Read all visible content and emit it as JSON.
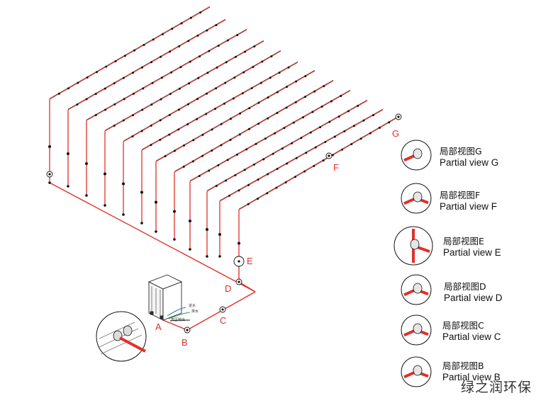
{
  "point_labels": {
    "A": "A",
    "B": "B",
    "C": "C",
    "D": "D",
    "E": "E",
    "F": "F",
    "G": "G"
  },
  "legend": [
    {
      "id": "G",
      "cn": "局部视图G",
      "en": "Partial view G"
    },
    {
      "id": "F",
      "cn": "局部视图F",
      "en": "Partial view F"
    },
    {
      "id": "E",
      "cn": "局部视图E",
      "en": "Partial view E"
    },
    {
      "id": "D",
      "cn": "局部视图D",
      "en": "Partial view D"
    },
    {
      "id": "C",
      "cn": "局部视图C",
      "en": "Partial view C"
    },
    {
      "id": "B",
      "cn": "局部视图B",
      "en": "Partial view B"
    }
  ],
  "unit_labels": {
    "l1": "进水",
    "l2": "排水",
    "l3": "高压输出"
  },
  "watermark": "绿之润环保",
  "colors": {
    "pipe": "#e0302a",
    "line": "#111111",
    "label": "#e0302a"
  }
}
